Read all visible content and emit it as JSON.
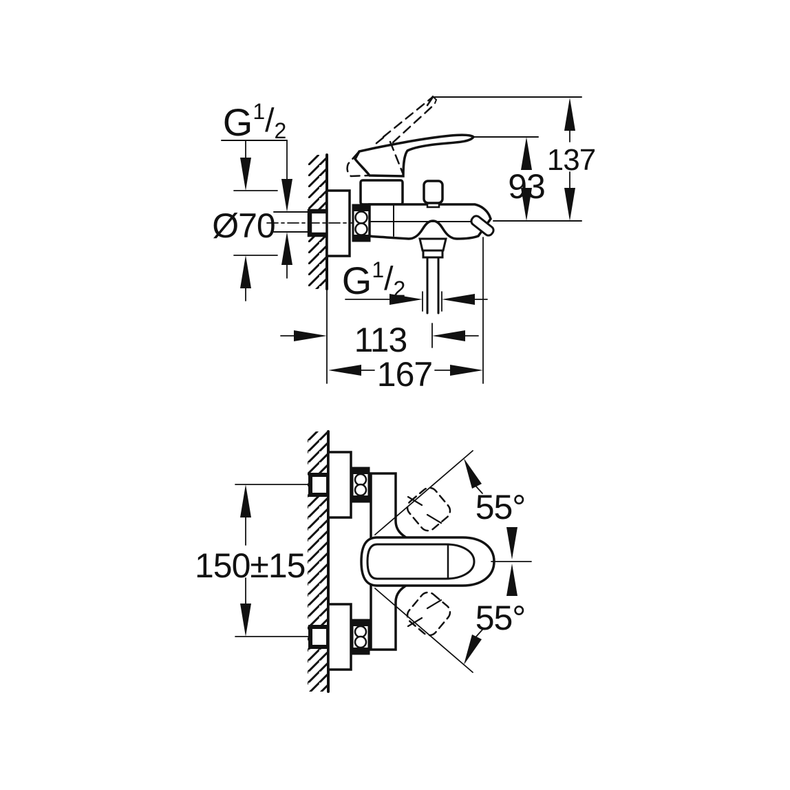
{
  "colors": {
    "line": "#111111",
    "background": "#ffffff"
  },
  "drawing": {
    "side_view": {
      "labels": {
        "wall_thread": {
          "g": "G",
          "num": "1",
          "slash": "/",
          "den": "2"
        },
        "escutcheon_diameter": "Ø70",
        "spout_height": "93",
        "lever_height": "137",
        "shower_thread": {
          "g": "G",
          "num": "1",
          "slash": "/",
          "den": "2"
        },
        "shower_outlet_offset": "113",
        "spout_reach": "167"
      }
    },
    "front_view": {
      "labels": {
        "connection_spacing": "150±15",
        "swivel_angle_top": "55°",
        "swivel_angle_bottom": "55°"
      }
    }
  }
}
